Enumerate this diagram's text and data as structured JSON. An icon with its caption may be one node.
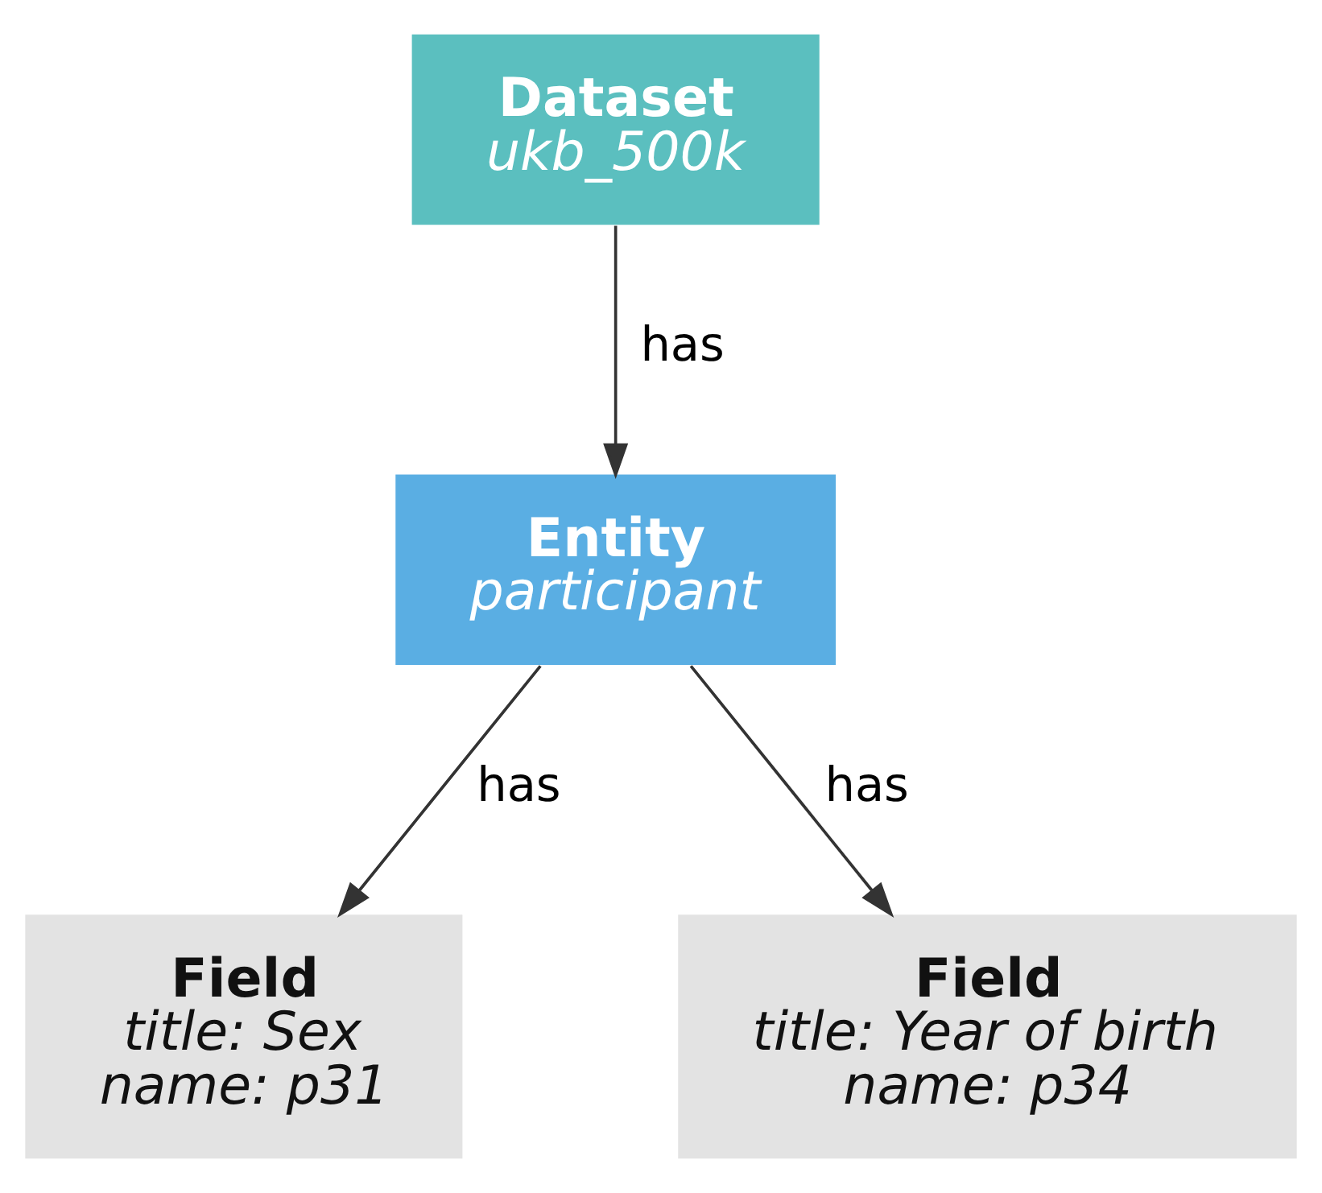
{
  "diagram": {
    "nodes": [
      {
        "text": [
          "Dataset",
          "ukb_500k"
        ]
      },
      {
        "text": [
          "Entity",
          "participant"
        ]
      },
      {
        "text": [
          "Field",
          "title: Sex",
          "name: p31"
        ]
      },
      {
        "text": [
          "Field",
          "title: Year of birth",
          "name: p34"
        ]
      }
    ],
    "edges": [
      {
        "from": 0,
        "to": 1,
        "arrow": "to",
        "label": "has"
      },
      {
        "from": 1,
        "to": 2,
        "arrow": "to",
        "label": "has"
      },
      {
        "from": 1,
        "to": 3,
        "arrow": "to",
        "label": "has"
      }
    ]
  }
}
